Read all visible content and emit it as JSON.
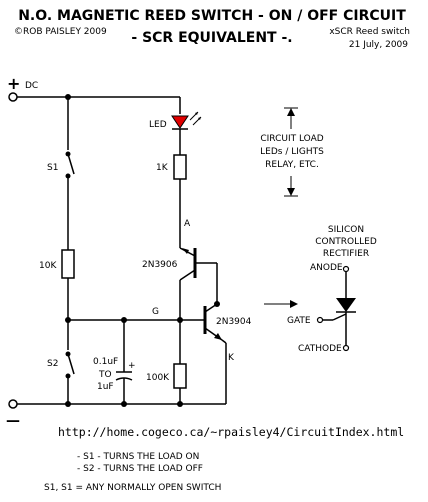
{
  "header": {
    "title_line1": "N.O. MAGNETIC REED SWITCH - ON / OFF CIRCUIT",
    "title_line2": "- SCR EQUIVALENT -.",
    "copyright": "©ROB PAISLEY 2009",
    "file_name": "xSCR Reed switch",
    "date": "21 July, 2009"
  },
  "rails": {
    "plus": "+",
    "dc": "DC",
    "minus": "—"
  },
  "components": {
    "led": "LED",
    "r1": "1K",
    "s1": "S1",
    "r10k": "10K",
    "s2": "S2",
    "cap_value": "0.1uF",
    "cap_to": "TO",
    "cap_value2": "1uF",
    "cap_plus": "+",
    "r100k": "100K",
    "q1": "2N3906",
    "q2": "2N3904",
    "node_a": "A",
    "node_g": "G",
    "node_k": "K"
  },
  "load_note": {
    "line1": "CIRCUIT LOAD",
    "line2": "LEDs / LIGHTS",
    "line3": "RELAY, ETC."
  },
  "scr": {
    "line1": "SILICON",
    "line2": "CONTROLLED",
    "line3": "RECTIFIER",
    "anode": "ANODE",
    "gate": "GATE",
    "cathode": "CATHODE"
  },
  "url": "http://home.cogeco.ca/~rpaisley4/CircuitIndex.html",
  "notes": {
    "note1": "- S1 - TURNS THE LOAD ON",
    "note2": "- S2 - TURNS THE LOAD OFF",
    "note3": "S1, S1 = ANY NORMALLY OPEN SWITCH"
  }
}
